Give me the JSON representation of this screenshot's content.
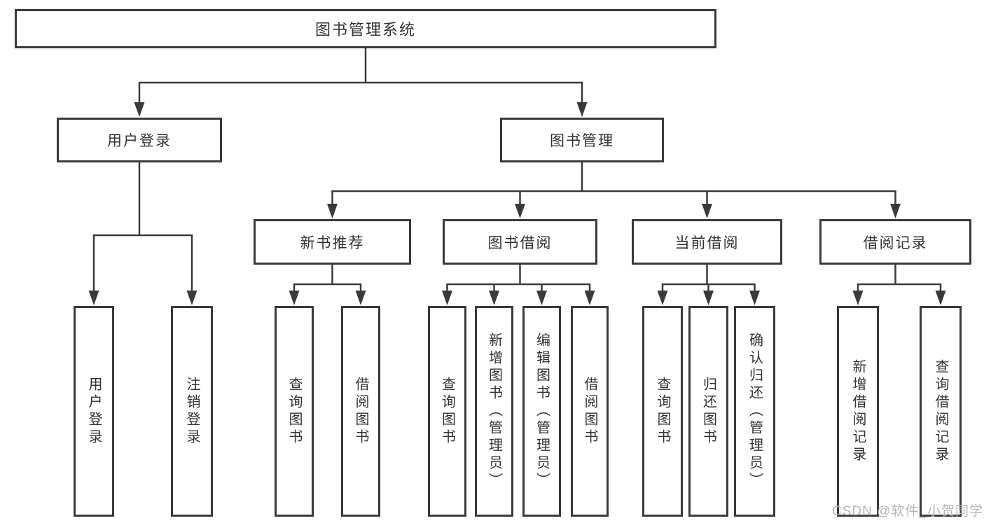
{
  "colors": {
    "line": "#3a3a3a",
    "text": "#333333",
    "watermark": "#b5b5b5",
    "background": "#ffffff"
  },
  "diagram": {
    "tree": {
      "id": "root",
      "label": "图书管理系统",
      "children": [
        {
          "id": "user-login",
          "label": "用户登录",
          "children": [
            {
              "id": "leaf-user-login",
              "label": "用户登录"
            },
            {
              "id": "leaf-logout",
              "label": "注销登录"
            }
          ]
        },
        {
          "id": "book-mgmt",
          "label": "图书管理",
          "children": [
            {
              "id": "new-books",
              "label": "新书推荐",
              "children": [
                {
                  "id": "leaf-new-query",
                  "label": "查询图书"
                },
                {
                  "id": "leaf-new-borrow",
                  "label": "借阅图书"
                }
              ]
            },
            {
              "id": "book-borrow",
              "label": "图书借阅",
              "children": [
                {
                  "id": "leaf-bb-query",
                  "label": "查询图书"
                },
                {
                  "id": "leaf-bb-add",
                  "label": "新增图书（管理员）"
                },
                {
                  "id": "leaf-bb-edit",
                  "label": "编辑图书（管理员）"
                },
                {
                  "id": "leaf-bb-borrow",
                  "label": "借阅图书"
                }
              ]
            },
            {
              "id": "current-borrow",
              "label": "当前借阅",
              "children": [
                {
                  "id": "leaf-cb-query",
                  "label": "查询图书"
                },
                {
                  "id": "leaf-cb-return",
                  "label": "归还图书"
                },
                {
                  "id": "leaf-cb-confirm",
                  "label": "确认归还（管理员）"
                }
              ]
            },
            {
              "id": "borrow-records",
              "label": "借阅记录",
              "children": [
                {
                  "id": "leaf-br-add",
                  "label": "新增借阅记录"
                },
                {
                  "id": "leaf-br-query",
                  "label": "查询借阅记录"
                }
              ]
            }
          ]
        }
      ]
    }
  },
  "watermark": {
    "text": "CSDN @软件_小贺同学"
  }
}
